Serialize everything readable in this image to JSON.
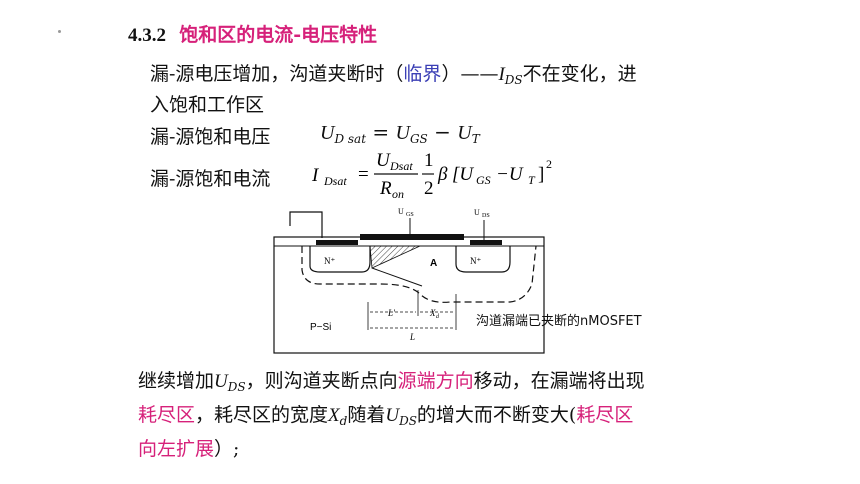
{
  "heading": {
    "number": "4.3.2",
    "title": "饱和区的电流-电压特性"
  },
  "intro": {
    "line1_a": "漏-源电压增加，沟道夹断时（",
    "line1_b": "临界",
    "line1_c": "）——",
    "line1_var": "I",
    "line1_var_sub": "DS",
    "line1_d": "不在变化，进",
    "line2": "入饱和工作区"
  },
  "voltage": {
    "label": "漏-源饱和电压",
    "lhs": "U",
    "lhs_sub": "D sat",
    "eq": "=",
    "t1": "U",
    "t1_sub": "GS",
    "minus": "−",
    "t2": "U",
    "t2_sub": "T"
  },
  "current": {
    "label": "漏-源饱和电流",
    "lhs": "I",
    "lhs_sub": "Dsat",
    "eq": "=",
    "num": "U",
    "num_sub": "Dsat",
    "den": "R",
    "den_sub": "on",
    "half_num": "1",
    "half_den": "2",
    "beta": "β",
    "bracket": "[U",
    "b_sub1": "GS",
    "b_minus": "−U",
    "b_sub2": "T",
    "b_close": "]",
    "power": "2"
  },
  "diagram": {
    "label_ugs": "U",
    "label_ugs_sub": "GS",
    "label_uds": "U",
    "label_uds_sub": "DS",
    "n_plus_left": "N⁺",
    "n_plus_right": "N⁺",
    "a_label": "A",
    "lprime": "L'",
    "xd": "X",
    "xd_sub": "d",
    "l": "L",
    "substrate": "P−Si",
    "caption": "沟道漏端已夹断的nMOSFET"
  },
  "conclusion": {
    "l1_a": "继续增加",
    "l1_var": "U",
    "l1_var_sub": "DS",
    "l1_b": "，则沟道夹断点向",
    "l1_c": "源端方向",
    "l1_d": "移动，在漏端将出现",
    "l2_a": "耗尽区",
    "l2_b": "，耗尽区的宽度",
    "l2_var": "X",
    "l2_var_sub": "d",
    "l2_c": "随着",
    "l2_var2": "U",
    "l2_var2_sub": "DS",
    "l2_d": "的增大而不断变大(",
    "l2_e": "耗尽区",
    "l3_a": "向左扩展",
    "l3_b": "）;"
  }
}
